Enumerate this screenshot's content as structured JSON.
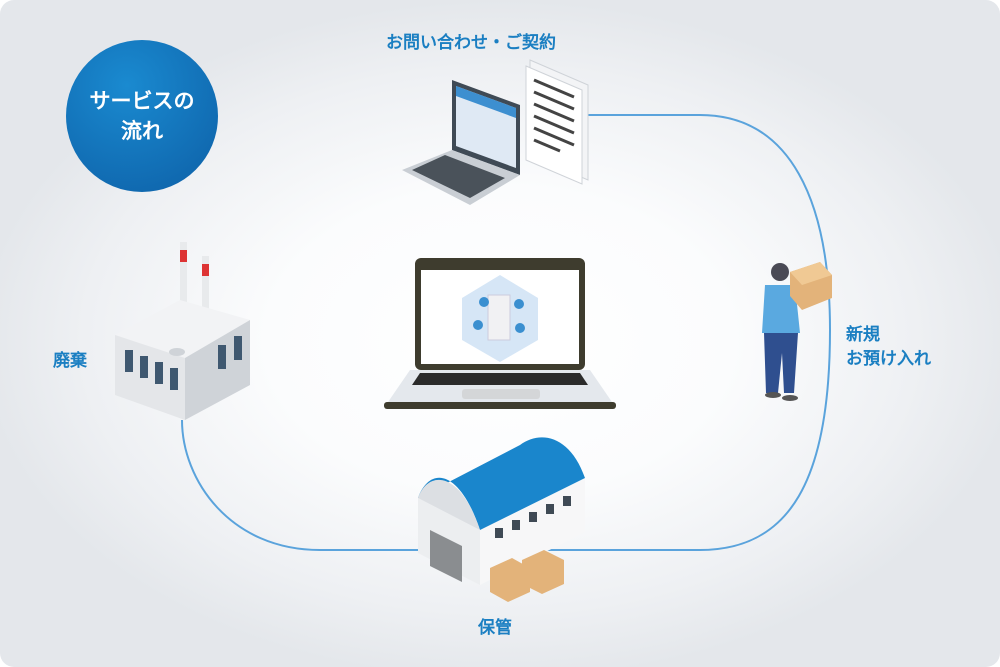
{
  "badge": {
    "line1": "サービスの",
    "line2": "流れ"
  },
  "steps": {
    "contract": "お問い合わせ・ご契約",
    "deposit_line1": "新規",
    "deposit_line2": "お預け入れ",
    "storage": "保管",
    "disposal": "廃棄"
  },
  "colors": {
    "accent": "#1b7fc2",
    "flow_line": "#5aa3dc",
    "badge": "#0d6ab0"
  }
}
